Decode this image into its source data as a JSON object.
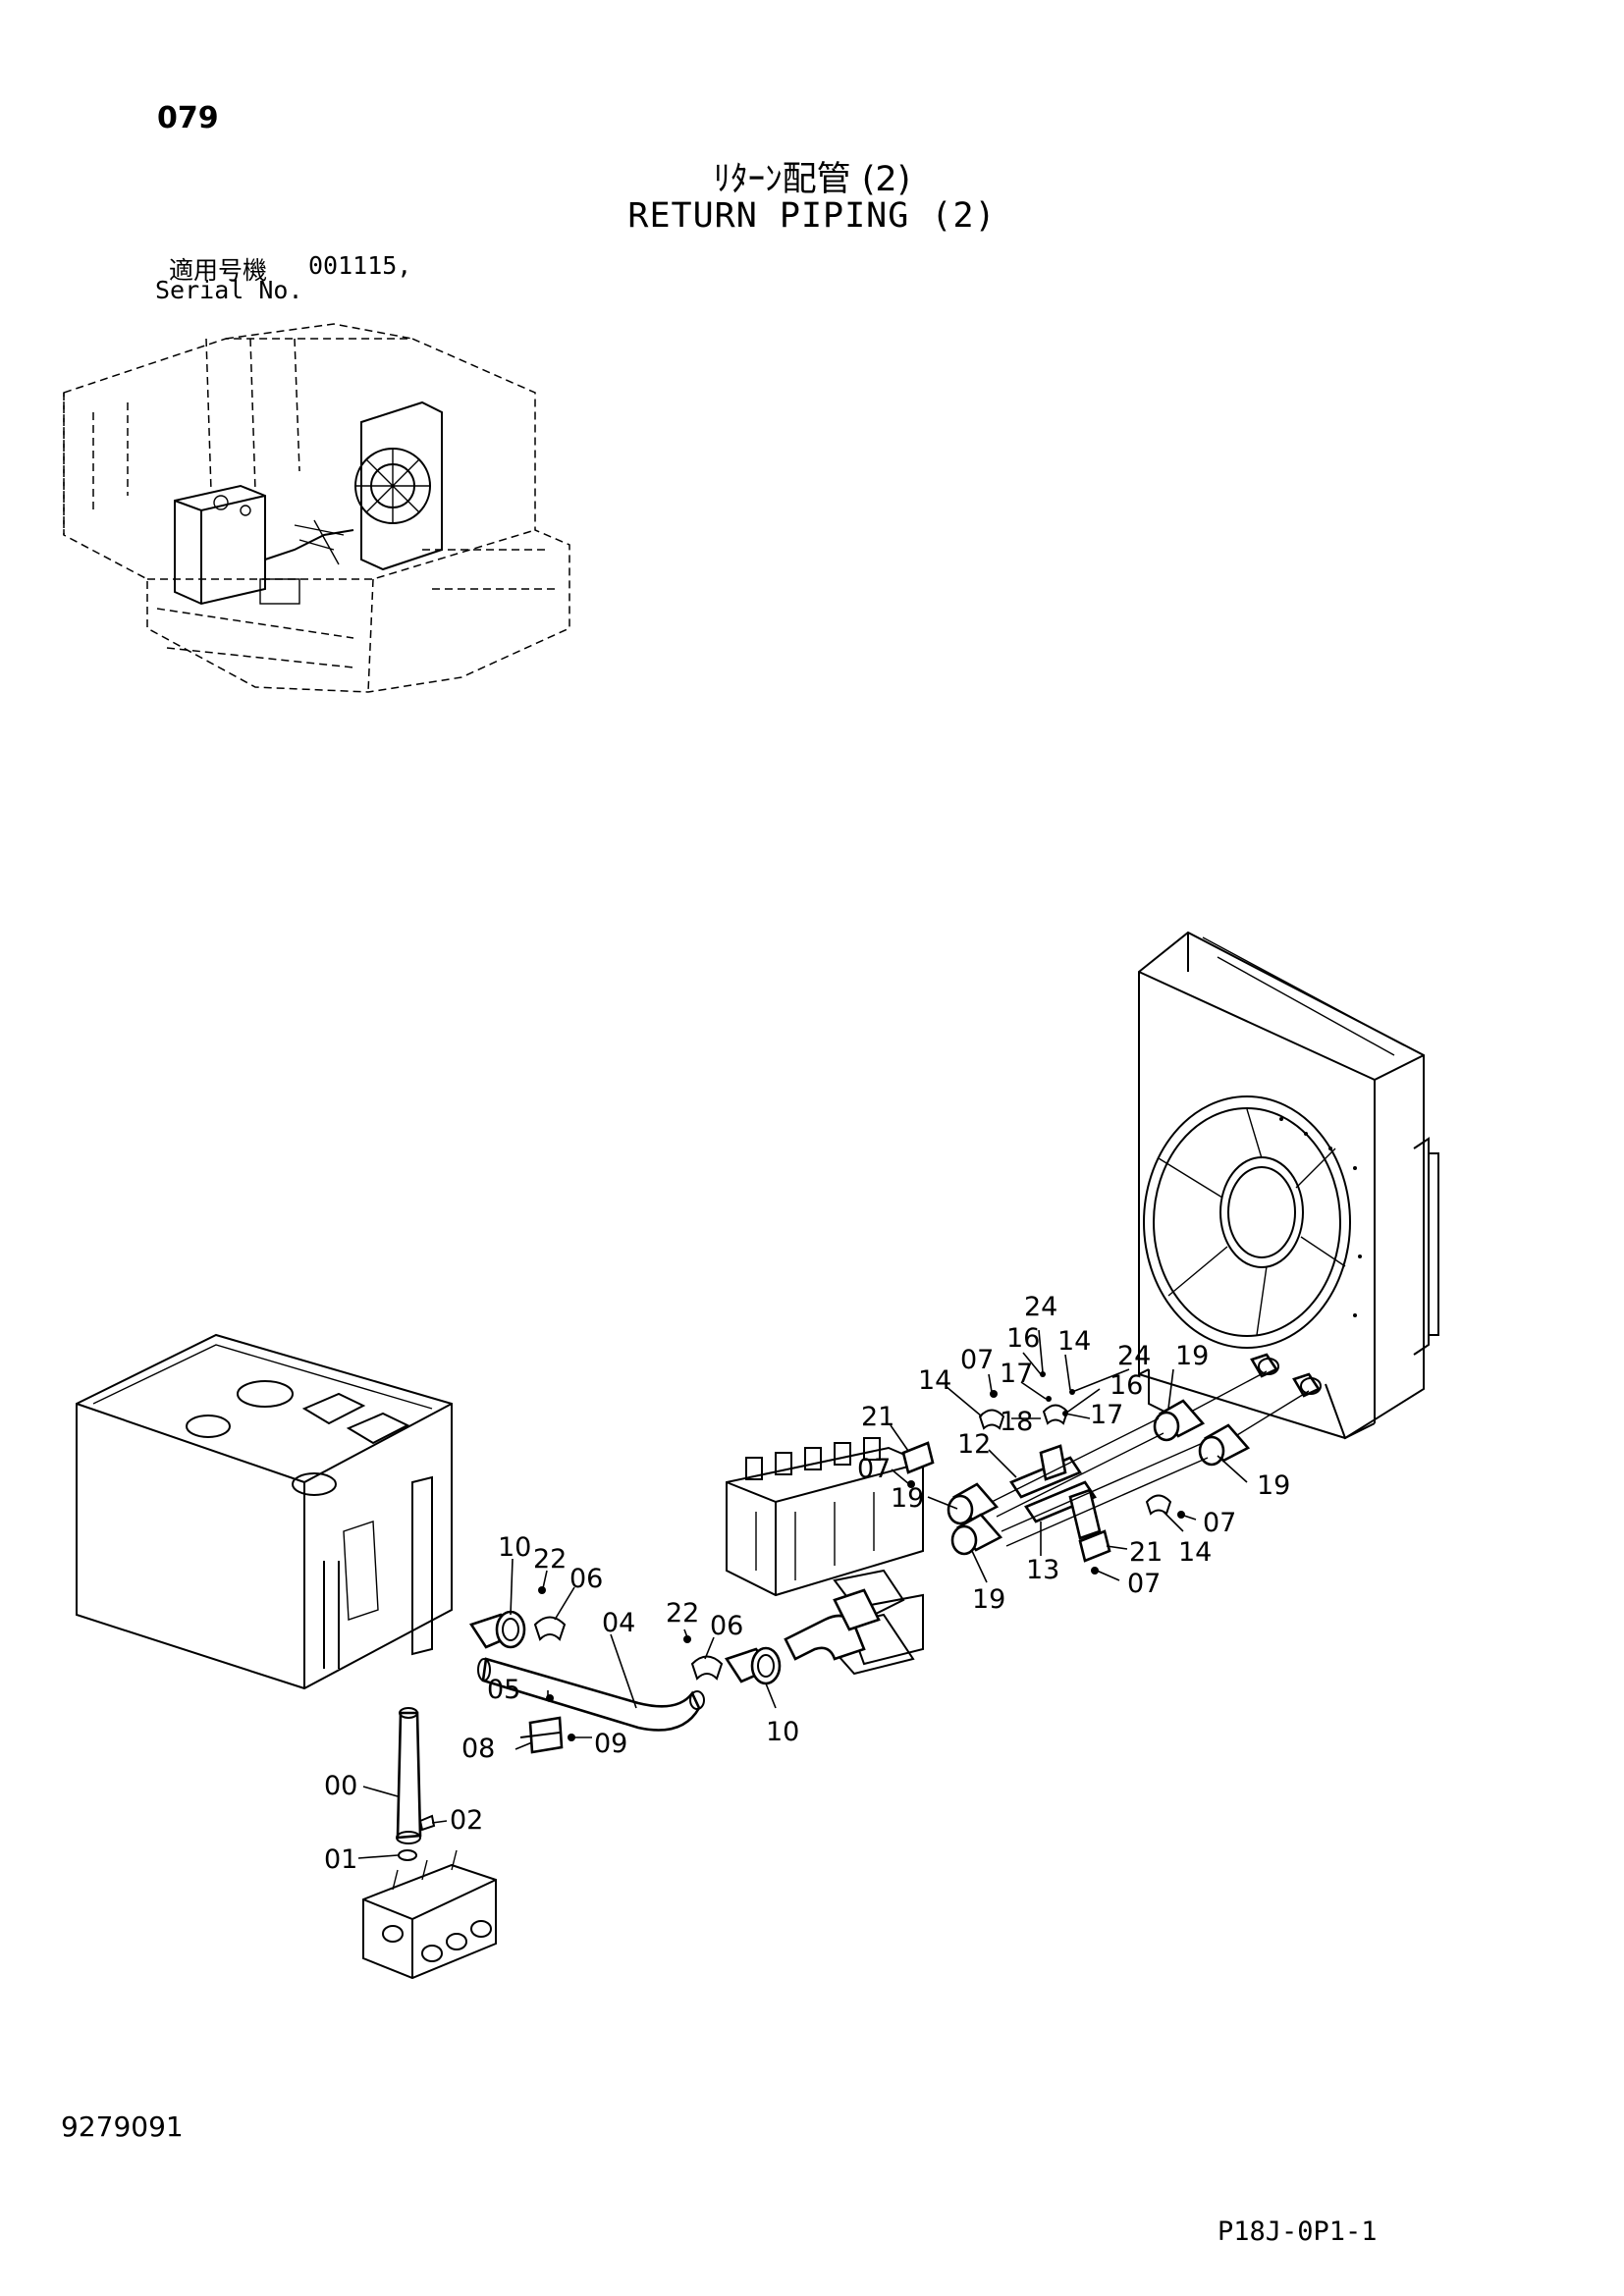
{
  "header": {
    "page_number": "079",
    "title_jp": "ﾘﾀｰﾝ配管 (2)",
    "title_en": "RETURN PIPING (2)",
    "serial_label_jp": "適用号機",
    "serial_value": "001115,",
    "serial_label_en": "Serial No."
  },
  "footer": {
    "drawing_number": "9279091",
    "sheet_code": "P18J-0P1-1"
  },
  "callouts": {
    "c24a": "24",
    "c16a": "16",
    "c14a": "14",
    "c07a": "07",
    "c24b": "24",
    "c19a": "19",
    "c14b": "14",
    "c17a": "17",
    "c16b": "16",
    "c21a": "21",
    "c18": "18",
    "c17b": "17",
    "c12": "12",
    "c07b": "07",
    "c19b": "19",
    "c07c": "07",
    "c19c": "19",
    "c21b": "21",
    "c14c": "14",
    "c13": "13",
    "c07d": "07",
    "c19d": "19",
    "c10a": "10",
    "c22a": "22",
    "c06a": "06",
    "c04": "04",
    "c22b": "22",
    "c06b": "06",
    "c05": "05",
    "c10b": "10",
    "c08": "08",
    "c09": "09",
    "c00": "00",
    "c02": "02",
    "c01": "01"
  }
}
